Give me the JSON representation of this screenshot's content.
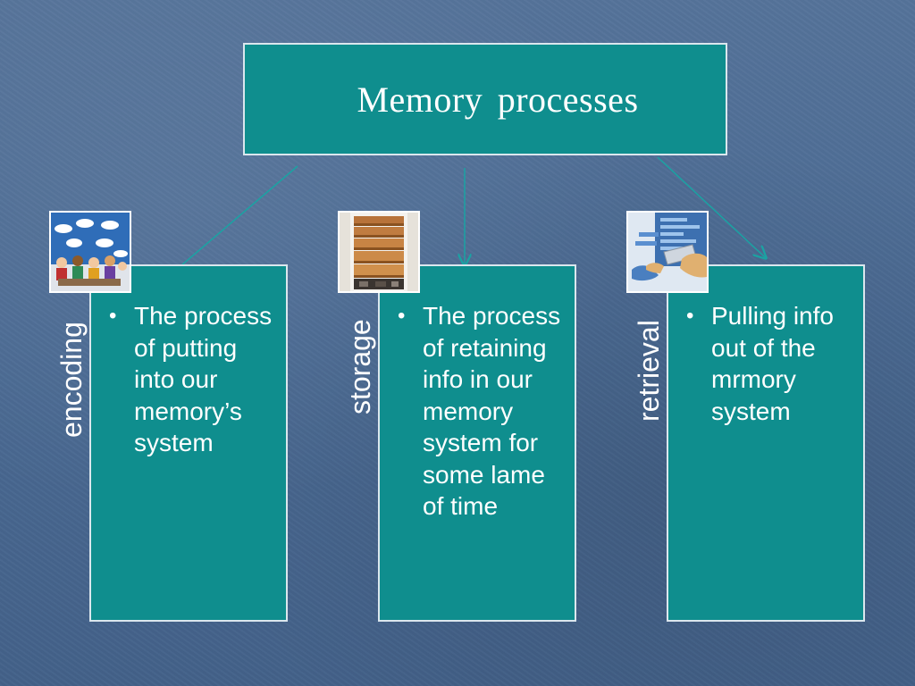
{
  "title": "Memory processes",
  "processes": [
    {
      "label": "encoding",
      "description": "The process of putting into our memory’s system",
      "image": "classroom-speech-bubbles-image"
    },
    {
      "label": "storage",
      "description": "The process of retaining info in our memory system for some lame of time",
      "image": "staircase-image"
    },
    {
      "label": "retrieval",
      "description": "Pulling info out of the mrmory system",
      "image": "hand-retrieving-card-image"
    }
  ],
  "colors": {
    "box_fill": "#0f8e8e",
    "box_border": "#dbe7ee",
    "background": "#4a6a93",
    "text": "#ffffff"
  }
}
